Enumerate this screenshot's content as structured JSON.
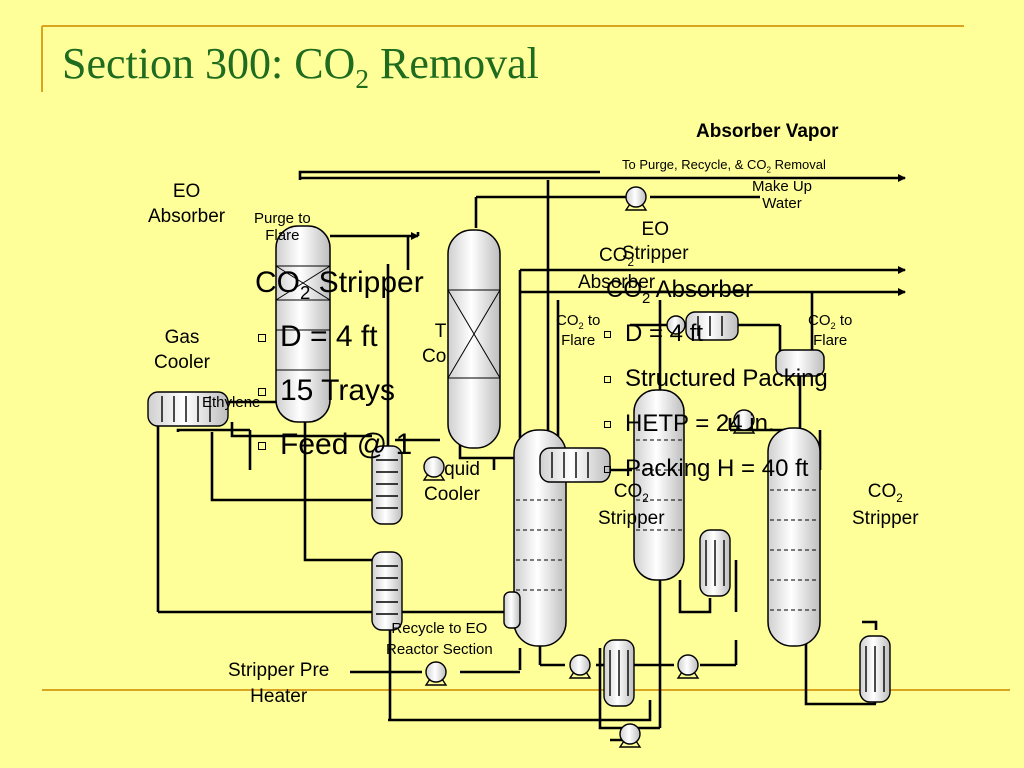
{
  "slide": {
    "title_prefix": "Section 300: CO",
    "title_sub": "2",
    "title_suffix": " Removal"
  },
  "labels": {
    "absorber_vapor": "Absorber Vapor",
    "to_purge_prefix": "To Purge, Recycle, & CO",
    "to_purge_sub": "2",
    "to_purge_suffix": " Removal",
    "make_up_water_1": "Make Up",
    "make_up_water_2": "Water",
    "eo_absorber_1": "EO",
    "eo_absorber_2": "Absorber",
    "purge_to_flare_1": "Purge to",
    "purge_to_flare_2": "Flare",
    "eo_stripper_1": "EO",
    "eo_stripper_2": "Stripper",
    "co2_absorber_stack_prefix": "CO",
    "co2_absorber_stack_sub": "2",
    "co2_absorber_stack_word": "Absorber",
    "gas_cooler_1": "Gas",
    "gas_cooler_2": "Cooler",
    "ethylene": "Ethylene",
    "t_co_1": "T",
    "t_co_2": "Co",
    "co2_to_flare_left_prefix": "CO",
    "co2_to_flare_left_sub": "2",
    "co2_to_flare_left_suffix": " to",
    "co2_to_flare_left_2": "Flare",
    "co2_to_flare_right_prefix": "CO",
    "co2_to_flare_right_sub": "2",
    "co2_to_flare_right_suffix": " to",
    "co2_to_flare_right_2": "Flare",
    "liquid_cooler_1": "quid",
    "liquid_cooler_2": "Cooler",
    "co2_stripper_mid_prefix": "CO",
    "co2_stripper_mid_sub": "2",
    "co2_stripper_mid_2": "Stripper",
    "co2_stripper_right_prefix": "CO",
    "co2_stripper_right_sub": "2",
    "co2_stripper_right_2": "Stripper",
    "recycle_1": "Recycle to EO",
    "recycle_2": "Reactor Section",
    "stripper_pre_heater_1": "Stripper Pre",
    "stripper_pre_heater_2": "Heater"
  },
  "left_specs": {
    "heading_prefix": "CO",
    "heading_sub": "2",
    "heading_suffix": " Stripper",
    "items": [
      "D = 4 ft",
      "15 Trays",
      "Feed @ 1"
    ]
  },
  "right_specs": {
    "heading_prefix": "CO",
    "heading_sub": "2",
    "heading_suffix": " Absorber",
    "items": [
      "D = 4 ft",
      "Structured Packing",
      "HETP = 24 in.",
      "Packing H = 40 ft"
    ]
  },
  "colors": {
    "background": "#FFFF99",
    "title": "#1F6B1F",
    "accent_rule": "#D9A520",
    "vessel_fill": "#FFFFFF",
    "line": "#000000"
  }
}
